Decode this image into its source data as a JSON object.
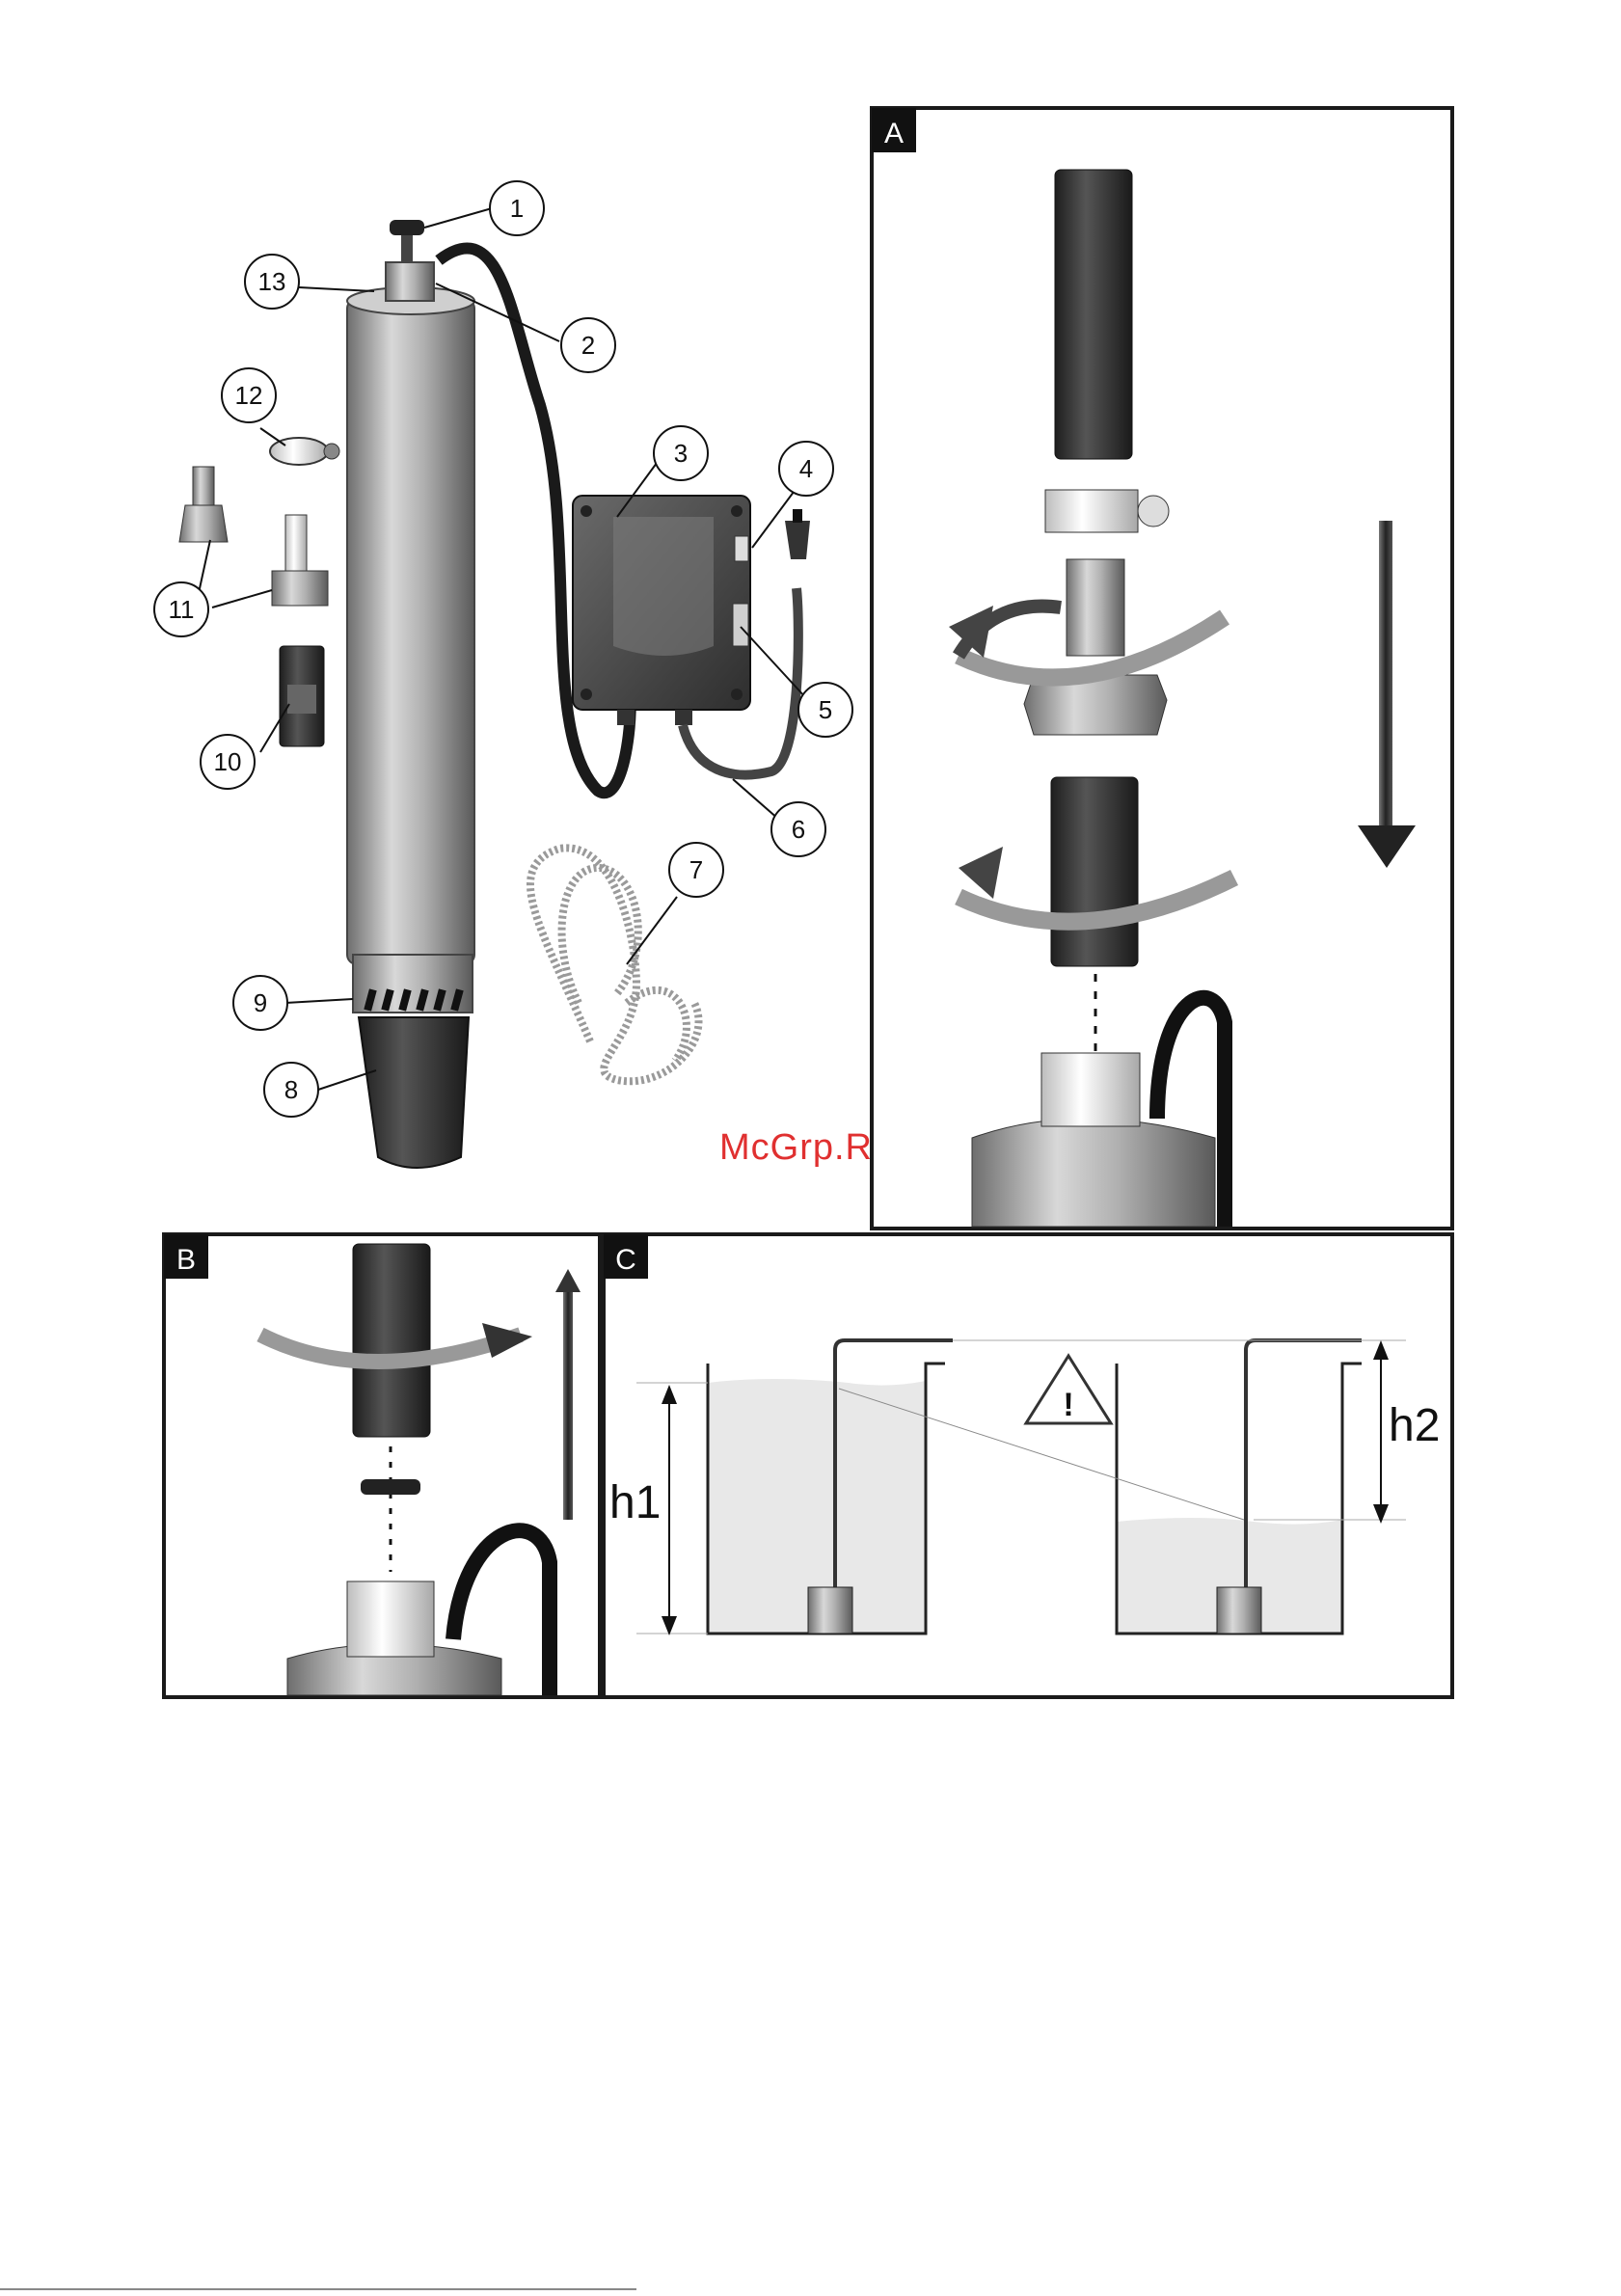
{
  "overview": {
    "callouts": [
      {
        "num": "1",
        "part": "cord-cap"
      },
      {
        "num": "2",
        "part": "outlet-head"
      },
      {
        "num": "3",
        "part": "control-box"
      },
      {
        "num": "4",
        "part": "mains-plug"
      },
      {
        "num": "5",
        "part": "switch"
      },
      {
        "num": "6",
        "part": "power-cable"
      },
      {
        "num": "7",
        "part": "rope"
      },
      {
        "num": "8",
        "part": "foot"
      },
      {
        "num": "9",
        "part": "intake-filter"
      },
      {
        "num": "10",
        "part": "nipple-connector"
      },
      {
        "num": "11",
        "part": "hose-connectors"
      },
      {
        "num": "12",
        "part": "hose-clamp"
      },
      {
        "num": "13",
        "part": "eyelet"
      }
    ]
  },
  "panels": {
    "a": {
      "letter": "A"
    },
    "b": {
      "letter": "B"
    },
    "c": {
      "letter": "C",
      "h1": "h1",
      "h2": "h2",
      "warning_symbol": "!"
    }
  },
  "watermark": "McGrp.Ru",
  "colors": {
    "frame": "#1a1a1a",
    "pump_body": "#a8a8a8",
    "pump_dark": "#2b2b2b",
    "water": "#e6e6e6",
    "watermark": "#e03030",
    "letter_tab": "#111111"
  }
}
